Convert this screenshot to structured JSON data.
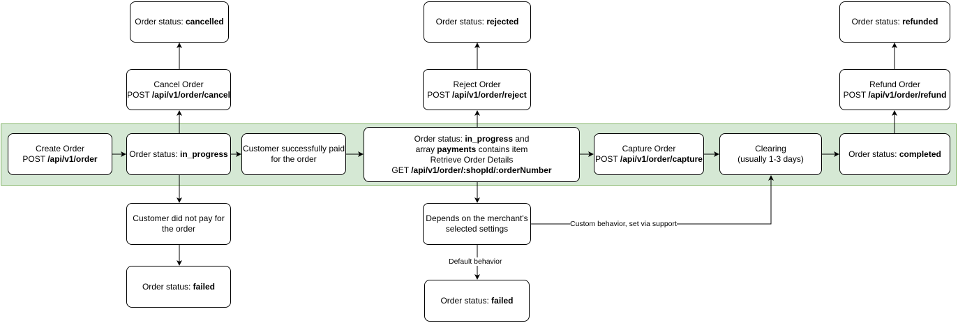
{
  "nodes": {
    "create_order": {
      "line1": "Create Order",
      "line2_prefix": "POST ",
      "line2_bold": "/api/v1/order"
    },
    "in_progress": {
      "prefix": "Order status: ",
      "bold": "in_progress"
    },
    "paid": {
      "line1": "Customer successfully paid",
      "line2": "for the order"
    },
    "details": {
      "l1_prefix": "Order status: ",
      "l1_bold": "in_progress",
      "l1_suffix": " and",
      "l2_prefix": "array ",
      "l2_bold": "payments",
      "l2_suffix": " contains item",
      "l3": "Retrieve Order Details",
      "l4_prefix": "GET ",
      "l4_bold": "/api/v1/order/:shopId/:orderNumber"
    },
    "capture": {
      "line1": "Capture Order",
      "line2_prefix": "POST ",
      "line2_bold": "/api/v1/order/capture"
    },
    "clearing": {
      "line1": "Clearing",
      "line2": "(usually 1-3 days)"
    },
    "completed": {
      "prefix": "Order status: ",
      "bold": "completed"
    },
    "cancel": {
      "line1": "Cancel Order",
      "line2_prefix": "POST ",
      "line2_bold": "/api/v1/order/cancel"
    },
    "cancelled": {
      "prefix": "Order status: ",
      "bold": "cancelled"
    },
    "reject": {
      "line1": "Reject Order",
      "line2_prefix": "POST ",
      "line2_bold": "/api/v1/order/reject"
    },
    "rejected": {
      "prefix": "Order status: ",
      "bold": "rejected"
    },
    "refund": {
      "line1": "Refund Order",
      "line2_prefix": "POST ",
      "line2_bold": "/api/v1/order/refund"
    },
    "refunded": {
      "prefix": "Order status: ",
      "bold": "refunded"
    },
    "not_paid": {
      "line1": "Customer did not pay for",
      "line2": "the order"
    },
    "failed_left": {
      "prefix": "Order status: ",
      "bold": "failed"
    },
    "depends": {
      "line1": "Depends on the merchant's",
      "line2": "selected settings"
    },
    "failed_mid": {
      "prefix": "Order status: ",
      "bold": "failed"
    }
  },
  "edges": {
    "custom": "Custom behavior, set via support",
    "default": "Default behavior"
  },
  "colors": {
    "band_fill": "#d5e8d4",
    "band_stroke": "#82b366",
    "stroke": "#000000"
  }
}
